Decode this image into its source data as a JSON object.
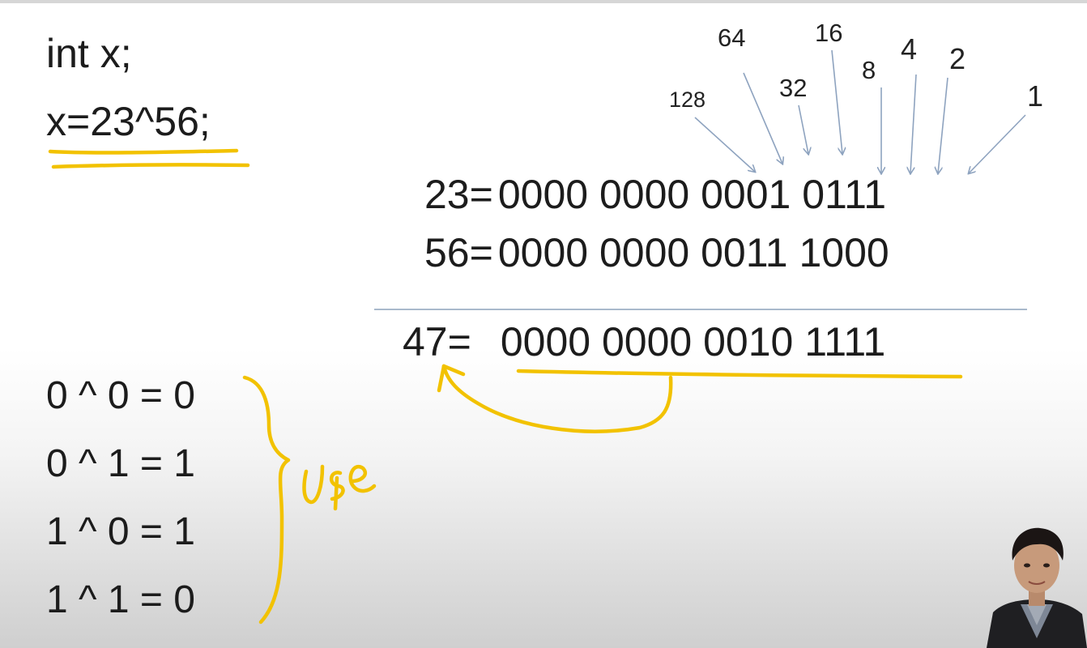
{
  "code": {
    "line1": "int x;",
    "line2": "x=23^56;"
  },
  "bit_weights": [
    "128",
    "64",
    "32",
    "16",
    "8",
    "4",
    "2",
    "1"
  ],
  "binary": {
    "row1": {
      "label": "23=",
      "value": "0000 0000 0001 0111"
    },
    "row2": {
      "label": "56=",
      "value": "0000 0000 0011 1000"
    },
    "result": {
      "label": "47=",
      "value": "0000 0000 0010 1111"
    }
  },
  "truth_table": [
    "0 ^ 0 = 0",
    "0 ^ 1 = 1",
    "1 ^ 0 = 1",
    "1 ^ 1 = 0"
  ],
  "colors": {
    "annotation": "#f2c200",
    "arrow": "#8ea3bf",
    "divider": "#a9b9cc",
    "text": "#1c1c1c"
  }
}
